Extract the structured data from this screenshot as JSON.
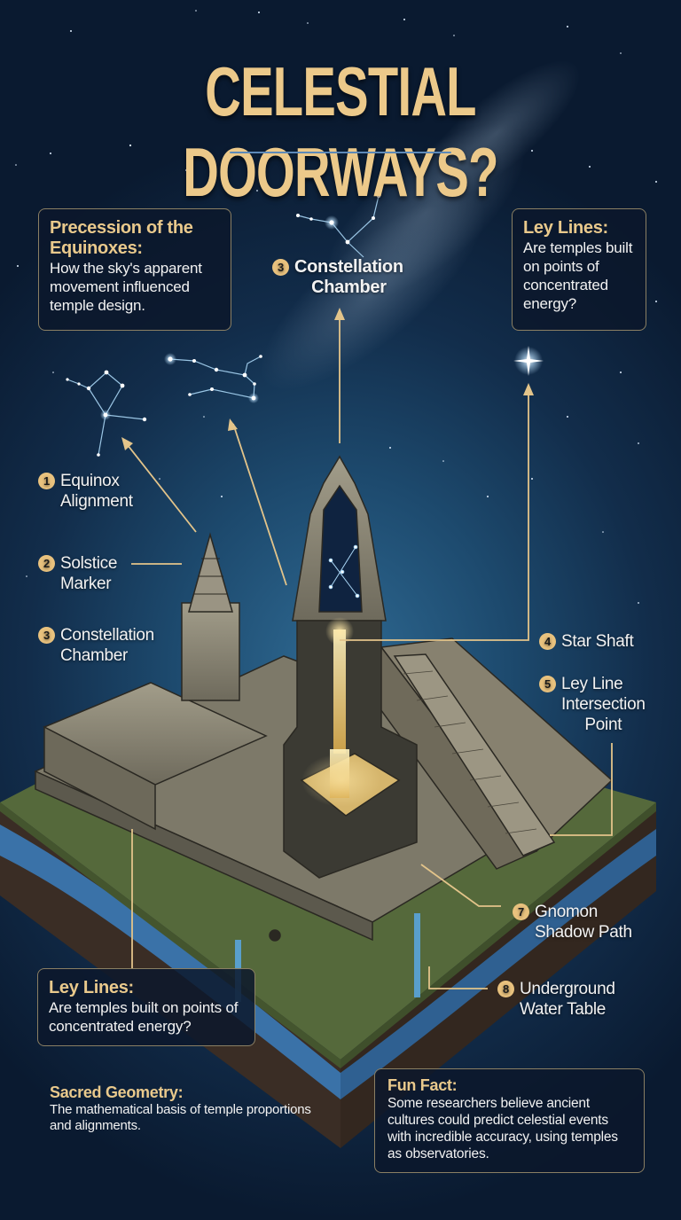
{
  "title": "CELESTIAL DOORWAYS?",
  "colors": {
    "title_gold": "#ecc98a",
    "badge_gold": "#e9c27e",
    "leader_line": "#e3c48a",
    "card_border": "#8a7f63",
    "sky_dark": "#0a1a30",
    "sky_glow": "#2f6a93",
    "water": "#3b7fbf",
    "grass": "#5a6f3e",
    "soil": "#4a3a2e",
    "stone": "#8c8777",
    "star": "#bfe4ff"
  },
  "cards": {
    "precession": {
      "title": "Precession of the Equinoxes:",
      "body": "How the sky's apparent movement influenced temple design."
    },
    "ley_lines_top": {
      "title": "Ley Lines:",
      "body": "Are temples built on points of concentrated energy?"
    },
    "ley_lines_bottom": {
      "title": "Ley Lines:",
      "body": "Are temples built on points of concentrated energy?"
    },
    "sacred_geometry": {
      "title": "Sacred Geometry:",
      "body": "The mathematical basis of temple proportions and alignments."
    },
    "fun_fact": {
      "title": "Fun Fact:",
      "body": "Some researchers believe ancient cultures could predict celestial events with incredible accuracy, using temples as observatories."
    }
  },
  "labels": {
    "top_constellation": {
      "number": "3",
      "line1": "Constellation",
      "line2": "Chamber"
    },
    "equinox": {
      "number": "1",
      "line1": "Equinox",
      "line2": "Alignment"
    },
    "solstice": {
      "number": "2",
      "line1": "Solstice",
      "line2": "Marker"
    },
    "constellation": {
      "number": "3",
      "line1": "Constellation",
      "line2": "Chamber"
    },
    "star_shaft": {
      "number": "4",
      "line1": "Star Shaft"
    },
    "ley_intersection": {
      "number": "5",
      "line1": "Ley Line",
      "line2": "Intersection",
      "line3": "Point"
    },
    "gnomon": {
      "number": "7",
      "line1": "Gnomon",
      "line2": "Shadow Path"
    },
    "water_table": {
      "number": "8",
      "line1": "Underground",
      "line2": "Water Table"
    }
  }
}
